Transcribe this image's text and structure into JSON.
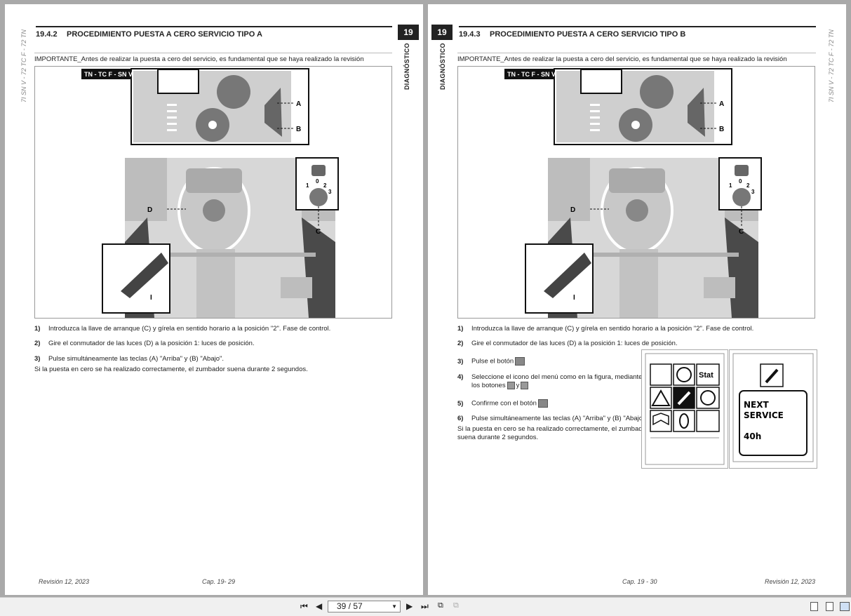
{
  "left_page": {
    "side_label": "7I SN V - 72 TC F - 72 TN",
    "chapter_number": "19",
    "chapter_name": "DIAGNÓSTICO",
    "section_number": "19.4.2",
    "section_title": "PROCEDIMIENTO PUESTA A CERO SERVICIO TIPO A",
    "important": "IMPORTANTE_Antes de realizar la puesta a cero del servicio, es fundamental que se haya realizado la revisión",
    "figure_tag": "TN - TC F - SN V",
    "labels": {
      "a": "A",
      "b": "B",
      "c": "C",
      "d": "D",
      "k1": "1",
      "k0": "0",
      "k2": "2",
      "k3": "3",
      "roman1": "I"
    },
    "steps": [
      {
        "num": "1)",
        "text": "Introduzca la llave de arranque (C) y gírela en sentido horario a la posición \"2\". Fase de control."
      },
      {
        "num": "2)",
        "text": "Gire el conmutador de las luces (D) a la posición 1: luces de posición."
      },
      {
        "num": "3)",
        "text": "Pulse simultáneamente las teclas (A) \"Arriba\" y (B) \"Abajo\"."
      }
    ],
    "note": "Si la puesta en cero se ha realizado correctamente, el zumbador suena durante 2 segundos.",
    "footer_left": "Revisión 12, 2023",
    "footer_center": "Cap. 19- 29"
  },
  "right_page": {
    "side_label": "7I SN V - 72 TC F - 72 TN",
    "chapter_number": "19",
    "chapter_name": "DIAGNÓSTICO",
    "section_number": "19.4.3",
    "section_title": "PROCEDIMIENTO PUESTA A CERO SERVICIO TIPO B",
    "important": "IMPORTANTE_Antes de realizar la puesta a cero del servicio, es fundamental que se haya realizado la revisión",
    "figure_tag": "TN - TC F - SN V",
    "steps": [
      {
        "num": "1)",
        "text": "Introduzca la llave de arranque (C) y gírela en sentido horario a la posición \"2\". Fase de control."
      },
      {
        "num": "2)",
        "text": "Gire el conmutador de las luces (D) a la posición 1: luces de posición."
      },
      {
        "num": "3)",
        "text": "Pulse el botón"
      },
      {
        "num": "4)",
        "text": "Seleccione el icono del menú como en la figura, mediante",
        "text2": "los botones",
        "text3": "y"
      },
      {
        "num": "5)",
        "text": "Confirme con el botón"
      },
      {
        "num": "6)",
        "text": "Pulse simultáneamente las teclas (A) \"Arriba\" y (B) \"Abajo\"."
      }
    ],
    "note_line1": "Si la puesta en cero se ha realizado correctamente, el zumbador",
    "note_line2": "suena durante 2 segundos.",
    "menu_stat": "Stat",
    "service_line1": "NEXT",
    "service_line2": "SERVICE",
    "service_hours": "40h",
    "footer_center": "Cap. 19 - 30",
    "footer_right": "Revisión 12, 2023"
  },
  "toolbar": {
    "page_indicator": "39 / 57"
  },
  "colors": {
    "background": "#a9a9a9",
    "page": "#ffffff",
    "chapter_box": "#222222"
  }
}
